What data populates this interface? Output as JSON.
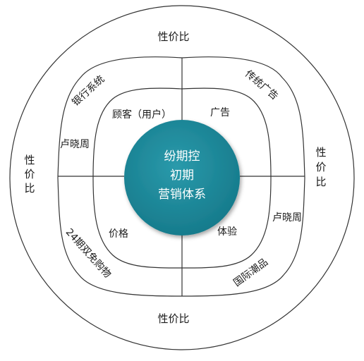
{
  "center": {
    "lines": [
      "纷期控",
      "初期",
      "营销体系"
    ],
    "fill": "#1b8597"
  },
  "outer_ring": {
    "top": "性价比",
    "right": [
      "性",
      "价",
      "比"
    ],
    "bottom": "性价比",
    "left": [
      "性",
      "价",
      "比"
    ]
  },
  "middle_ring": {
    "top_left": "银行系统",
    "top_right": "传统广告",
    "bottom_left": "24期双免购物",
    "bottom_right": "国际潮品",
    "left_mid": "卢晓周",
    "right_mid": "卢晓周"
  },
  "inner_ring": {
    "top_left": "顾客（用户）",
    "top_right": "广告",
    "bottom_left": "价格",
    "bottom_right": "体验"
  },
  "colors": {
    "stroke": "#333333",
    "center_fill": "#1b8597"
  }
}
